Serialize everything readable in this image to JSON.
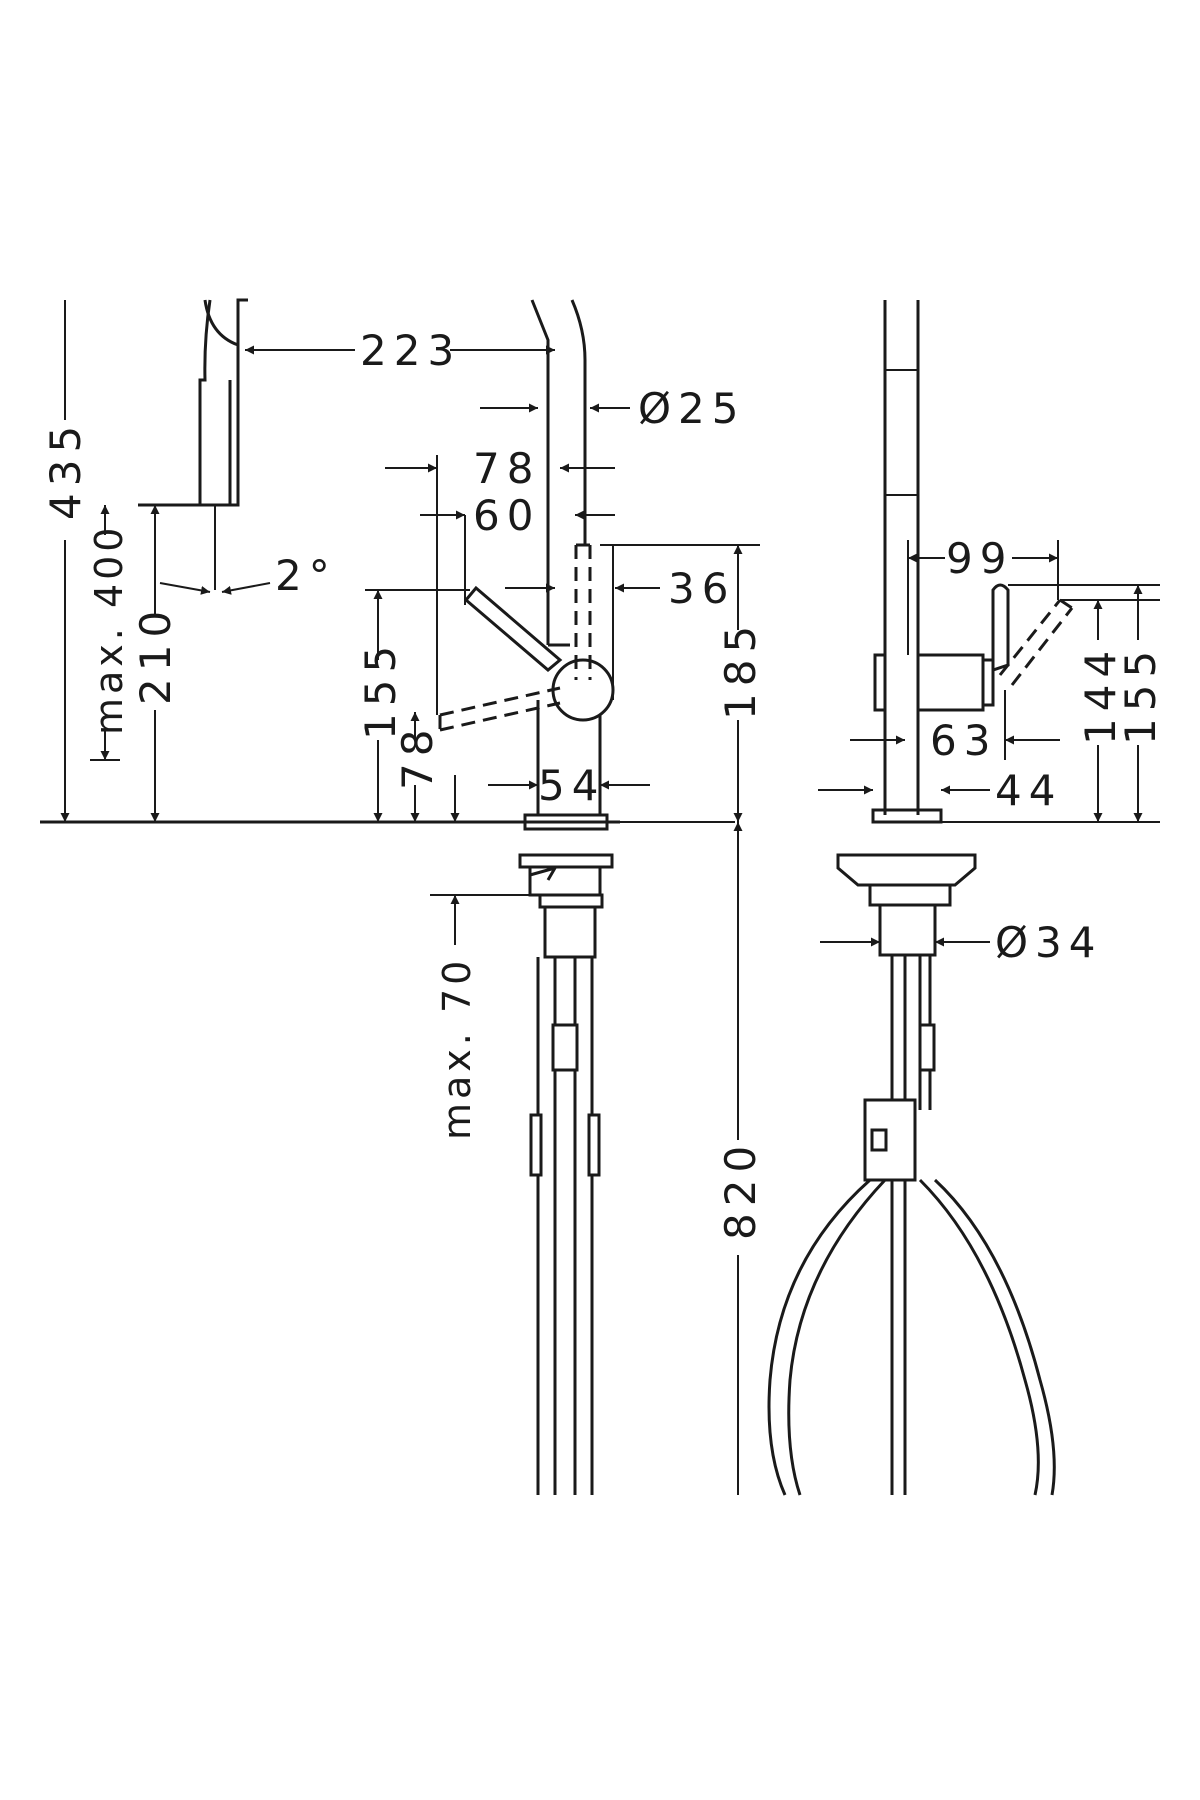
{
  "dimensions": {
    "d435": "435",
    "dmax400": "max. 400",
    "d210": "210",
    "d2deg": "2°",
    "d223": "223",
    "d25": "Ø25",
    "d78top": "78",
    "d60": "60",
    "d36": "36",
    "d155left": "155",
    "d78left": "78",
    "d185": "185",
    "d54": "54",
    "dmax70": "max. 70",
    "d820": "820",
    "d99": "99",
    "d63": "63",
    "d44": "44",
    "d144": "144",
    "d155right": "155",
    "d34": "Ø34"
  }
}
